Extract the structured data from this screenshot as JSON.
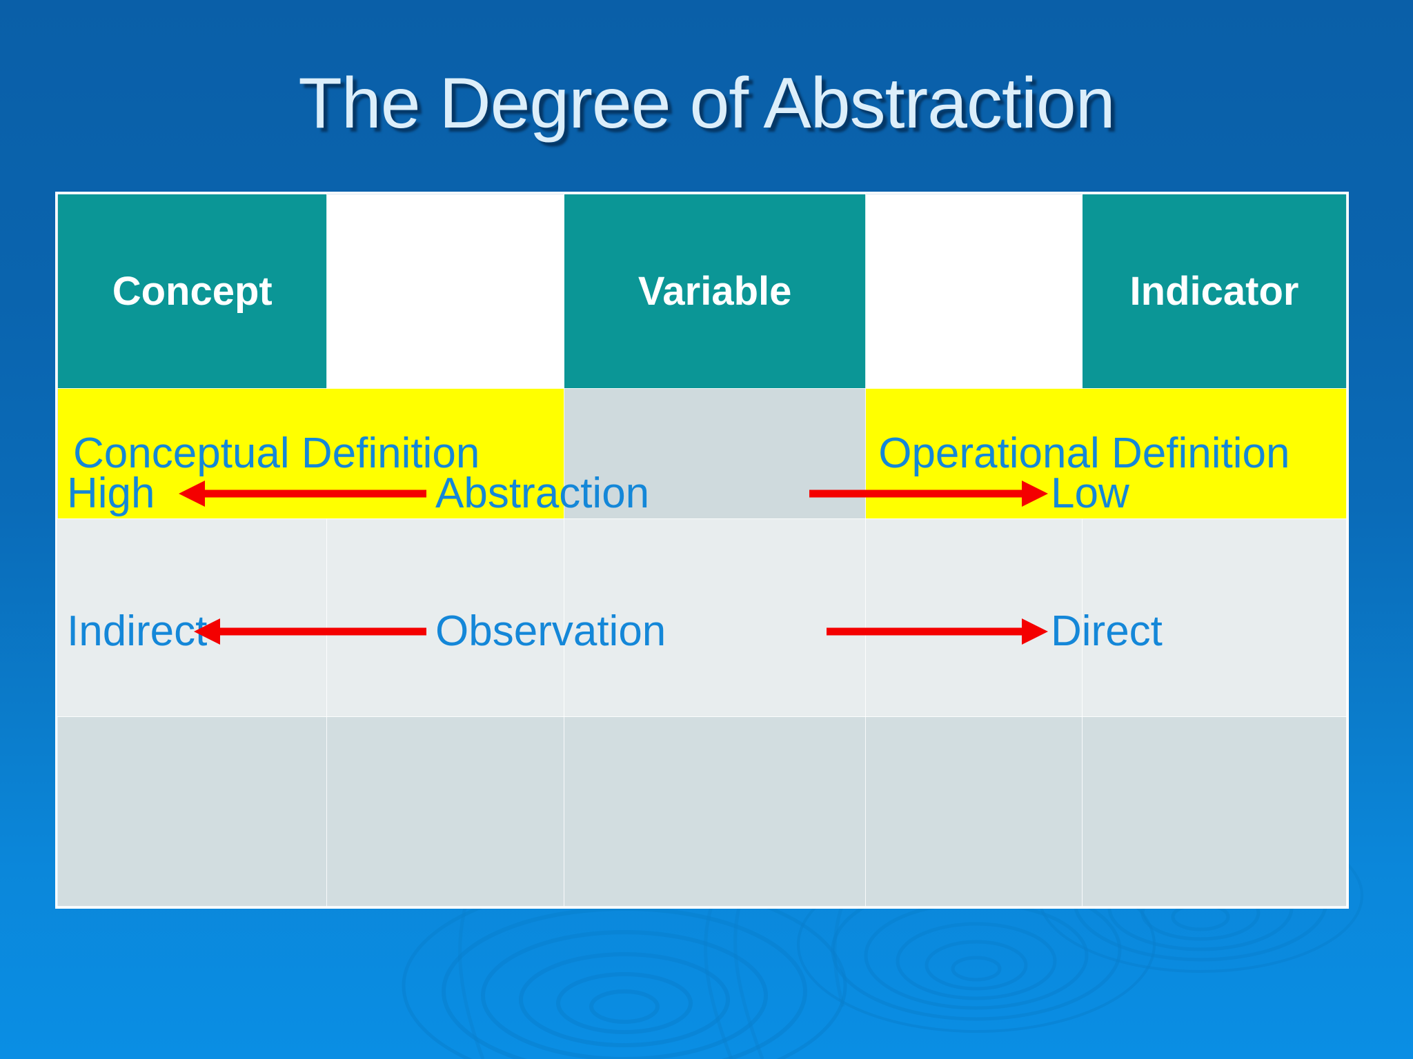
{
  "slide": {
    "title": "The Degree of Abstraction",
    "background_top_color": "#0a5fa8",
    "background_bottom_color": "#0a8ee4",
    "title_color": "#dceefa"
  },
  "colors": {
    "teal": "#0b9696",
    "yellow": "#ffff00",
    "blue_text": "#1487d8",
    "arrow_red": "#f40000",
    "gray_light": "#e8edee",
    "gray_mid": "#d2dde0",
    "gray_dark": "#cfdadd",
    "white": "#ffffff"
  },
  "table": {
    "header_row": [
      {
        "label": "Concept",
        "fill": "teal"
      },
      {
        "label": "",
        "fill": "white"
      },
      {
        "label": "Variable",
        "fill": "teal"
      },
      {
        "label": "",
        "fill": "white"
      },
      {
        "label": "Indicator",
        "fill": "teal"
      }
    ],
    "definition_row": [
      {
        "label": "Conceptual Definition",
        "fill": "yellow",
        "colspan": 2
      },
      {
        "label": "",
        "fill": "gray_dark",
        "colspan": 1
      },
      {
        "label": "Operational Definition",
        "fill": "yellow",
        "colspan": 2
      }
    ],
    "abstraction_row": {
      "fill": "gray_light",
      "left_label": "High",
      "center_label": "Abstraction",
      "right_label": "Low",
      "left_arrow_direction": "left",
      "right_arrow_direction": "right"
    },
    "observation_row": {
      "fill": "gray_mid",
      "left_label": "Indirect",
      "center_label": "Observation",
      "right_label": "Direct",
      "left_arrow_direction": "left",
      "right_arrow_direction": "right"
    }
  }
}
